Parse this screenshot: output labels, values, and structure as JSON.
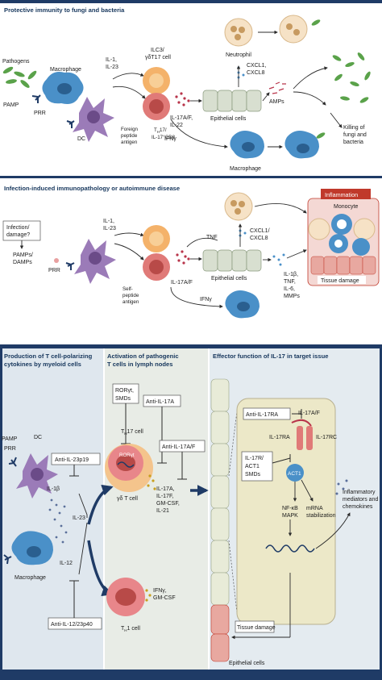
{
  "colors": {
    "navy_bar": "#1f3b66",
    "teal_frame": "#6fa8c0",
    "panel_bg": "#dfe7ee",
    "inflammation_red": "#c0392b",
    "macrophage_blue": "#4a90c8",
    "dc_purple": "#9b7bb8",
    "th17_red": "#e07a78",
    "ilc_orange": "#f4b26a",
    "epithelial": "#d8dfd0",
    "neutrophil": "#f6e2c6",
    "pathogen_green": "#5aa24a"
  },
  "panel_a": {
    "title": "Protective immunity to fungi and bacteria",
    "pathogens": "Pathogens",
    "pamp": "PAMP",
    "prr": "PRR",
    "macrophage": "Macrophage",
    "dc": "DC",
    "il1_il23": [
      "IL-1,",
      "IL-23"
    ],
    "ilc3": [
      "ILC3/",
      "γδT17 cell"
    ],
    "foreign_antigen": [
      "Foreign",
      "peptide",
      "antigen"
    ],
    "th17": [
      "T",
      "H",
      "17/",
      "IL-17",
      "+",
      "CD8"
    ],
    "il17af": [
      "IL-17A/F,",
      "IL-22"
    ],
    "neutrophil": "Neutrophil",
    "cxcl": [
      "CXCL1,",
      "CXCL8"
    ],
    "epithelial": "Epithelial cells",
    "amps": "AMPs",
    "ifng": "IFNγ",
    "macrophage2": "Macrophage",
    "killing": [
      "Killing of",
      "fungi and",
      "bacteria"
    ]
  },
  "panel_b": {
    "title": "Infection-induced immunopathology or autoimmune disease",
    "infection": [
      "Infection/",
      "damage?"
    ],
    "pamps": [
      "PAMPs/",
      "DAMPs"
    ],
    "prr": "PRR",
    "il1_il23": [
      "IL-1,",
      "IL-23"
    ],
    "tnf": "TNF",
    "cxcl": [
      "CXCL1/",
      "CXCL8"
    ],
    "inflammation": "Inflammation",
    "monocyte": "Monocyte",
    "self_antigen": [
      "Self-",
      "peptide",
      "antigen"
    ],
    "il17af": "IL-17A/F",
    "epithelial": "Epithelial cells",
    "ifng": "IFNγ",
    "mediators": [
      "IL-1β,",
      "TNF,",
      "IL-6,",
      "MMPs"
    ],
    "tissue_damage": "Tissue damage"
  },
  "panel_c": {
    "col1_title": [
      "Production of T cell-polarizing",
      "cytokines by myeloid cells"
    ],
    "col2_title": [
      "Activation of pathogenic",
      "T cells in lymph nodes"
    ],
    "col3_title": "Effector function of IL-17 in target issue",
    "pamp": "PAMP",
    "prr": "PRR",
    "dc": "DC",
    "anti_il23p19": "Anti-IL-23p19",
    "il1b": "IL-1β",
    "il23": "IL-23",
    "il12": "IL-12",
    "macrophage": "Macrophage",
    "anti_il12": "Anti-IL-12/23p40",
    "ror_box": [
      "RORγt,",
      "SMDs"
    ],
    "th17_cell": [
      "T",
      "H",
      "17 cell"
    ],
    "roryt": "RORγt",
    "gd_t": "γδ T cell",
    "anti_il17a": "Anti-IL-17A",
    "anti_il17af": "Anti-IL-17A/F",
    "cytokines": [
      "IL-17A,",
      "IL-17F,",
      "GM-CSF,",
      "IL-21"
    ],
    "th1_cytokines": [
      "IFNγ,",
      "GM-CSF"
    ],
    "th1_cell": [
      "T",
      "H",
      "1 cell"
    ],
    "anti_il17ra": "Anti-IL-17RA",
    "il17af_lig": "IL-17A/F",
    "il17ra": "IL-17RA",
    "il17rc": "IL-17RC",
    "act1_box": [
      "IL-17R/",
      "ACT1",
      "SMDs"
    ],
    "act1": "ACT1",
    "nfkb": [
      "NF-κB",
      "MAPK"
    ],
    "mrna": [
      "mRNA",
      "stabilization"
    ],
    "mediators": [
      "Inflammatory",
      "mediators and",
      "chemokines"
    ],
    "tissue_damage": "Tissue damage",
    "epithelial": "Epithelial cells"
  }
}
